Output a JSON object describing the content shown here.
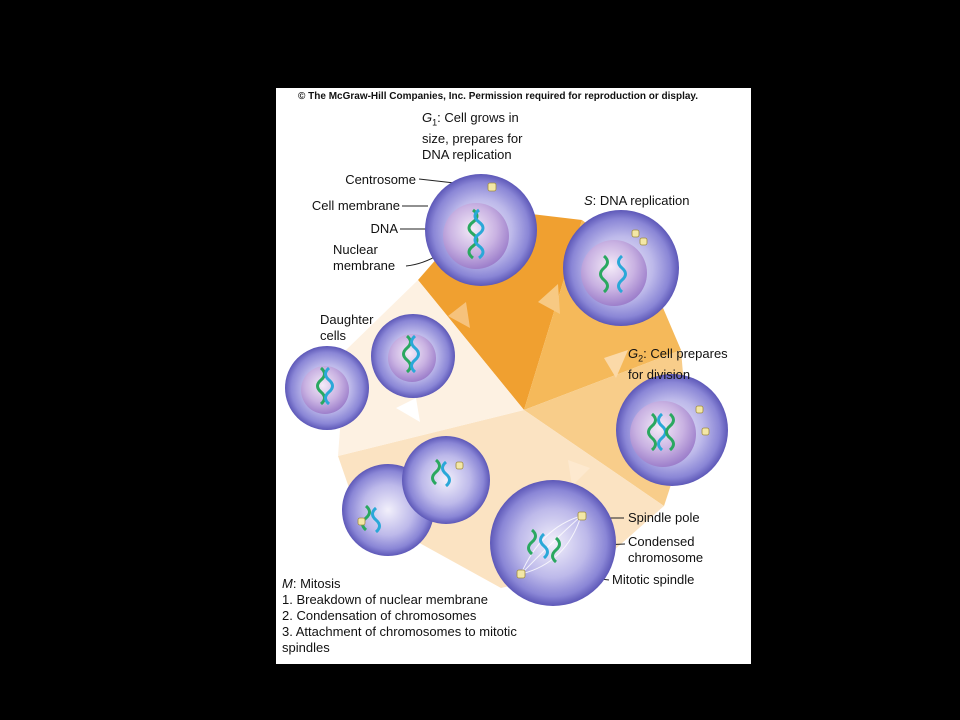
{
  "copyright": "© The McGraw-Hill Companies, Inc.  Permission required for reproduction or display.",
  "phases": {
    "g1": {
      "key": "G",
      "sub": "1",
      "lines": [
        ": Cell grows in",
        "size, prepares for",
        "DNA replication"
      ]
    },
    "s": {
      "key": "S",
      "line": ": DNA replication"
    },
    "g2": {
      "key": "G",
      "sub": "2",
      "lines": [
        ": Cell prepares",
        "for division"
      ]
    },
    "m": {
      "key": "M",
      "title": ": Mitosis",
      "steps": [
        "1. Breakdown of nuclear membrane",
        "2. Condensation of chromosomes",
        "3. Attachment of chromosomes to mitotic",
        "spindles"
      ]
    }
  },
  "labels": {
    "centrosome": "Centrosome",
    "cell_membrane": "Cell membrane",
    "dna": "DNA",
    "nuclear_membrane": [
      "Nuclear",
      "membrane"
    ],
    "daughter_cells": [
      "Daughter",
      "cells"
    ],
    "spindle_pole": "Spindle pole",
    "condensed_chromosome": [
      "Condensed",
      "chromosome"
    ],
    "mitotic_spindle": "Mitotic spindle"
  },
  "colors": {
    "g1_sector": "#f0a030",
    "s_sector": "#f5b95a",
    "g2_sector": "#f8cd8a",
    "m_sector": "#fbe3c2",
    "daughter_sector": "#fdf1e2",
    "cell_body": "#8c88d8",
    "nucleus": "#b49ad8",
    "dna_green": "#2aa860",
    "dna_blue": "#2aa8d8",
    "centrosome": "#f3e7a6"
  }
}
